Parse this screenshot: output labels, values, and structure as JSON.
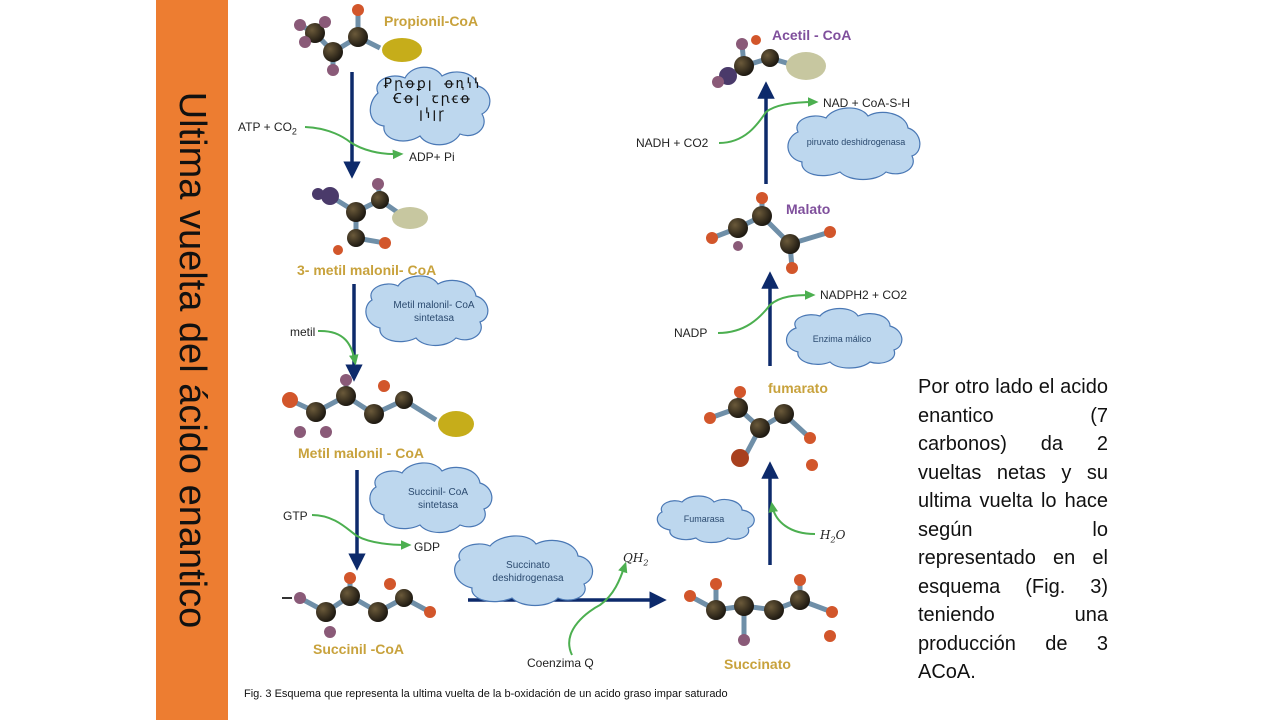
{
  "side_title": "Ultima vuelta del ácido enantico",
  "molecules": {
    "propionil": "Propionil-CoA",
    "metilmalonil3": "3- metil malonil- CoA",
    "metilmalonil": "Metil malonil - CoA",
    "succinil": "Succinil -CoA",
    "succinato": "Succinato",
    "fumarato": "fumarato",
    "malato": "Malato",
    "acetil": "Acetil - CoA"
  },
  "enzymes": {
    "e1_glyphs": "Ꝑꞃꝋꝑꞁ ꝋꞑꝇꝇ Ꞓꝋꞁ ꞇꞃꞓꝋ ꞁꝇꞁꞅ",
    "e2": "Metil malonil- CoA sintetasa",
    "e3": "Succinil- CoA sintetasa",
    "e4": "Succinato deshidrogenasa",
    "e5": "Fumarasa",
    "e6": "Enzima málico",
    "e7": "piruvato deshidrogenasa"
  },
  "cofactors": {
    "atp": "ATP + CO",
    "atp_sub": "2",
    "adp": "ADP+ Pi",
    "metil": "metil",
    "gtp": "GTP",
    "gdp": "GDP",
    "coq": "Coenzima Q",
    "qh2_main": "QH",
    "qh2_sub": "2",
    "h2o_main": "H",
    "h2o_sub": "2",
    "h2o_end": "O",
    "nadp": "NADP",
    "nadph": "NADPH2  +  CO2",
    "nadh": "NADH + CO2",
    "nad": "NAD + CoA-S-H"
  },
  "body_text": "Por otro lado el acido enantico (7 carbonos) da 2 vueltas netas  y su ultima vuelta lo hace según lo representado en el esquema (Fig. 3) teniendo una producción de 3 ACoA.",
  "caption": "Fig. 3 Esquema que representa la ultima vuelta de la b-oxidación de un acido graso impar saturado",
  "colors": {
    "bar": "#ed7d31",
    "arrow": "#0d2a6b",
    "cloud": "#bdd7ee",
    "cloud_stroke": "#4a78b5",
    "curve": "#4caf50",
    "gold": "#c8a23c",
    "purple": "#7f4f9c"
  }
}
